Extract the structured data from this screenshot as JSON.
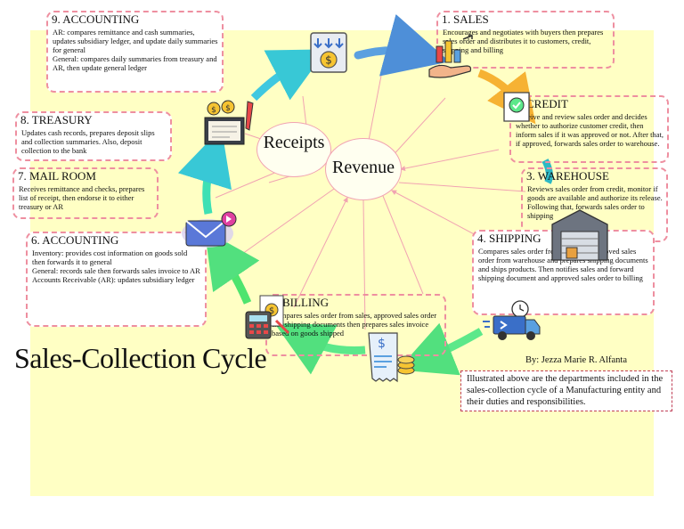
{
  "diagram": {
    "title": "Sales-Collection Cycle",
    "author": "By: Jezza Marie R. Alfanta",
    "caption": "Illustrated above are the departments included in the sales-collection cycle of a Manufacturing entity and their duties and responsibilities.",
    "center_nodes": {
      "receipts": "Receipts",
      "revenue": "Revenue"
    },
    "steps": {
      "accounting9": {
        "title": "9. ACCOUNTING",
        "body": "AR: compares remittance and cash summaries, updates subsidiary ledger, and update daily summaries for general\nGeneral: compares daily summaries from treasury and AR, then update general ledger"
      },
      "sales": {
        "title": "1. SALES",
        "body": "Encourages and negotiates with buyers then prepares sales order and distributes it to customers, credit, shipping and billing"
      },
      "treasury": {
        "title": "8. TREASURY",
        "body": "Updates cash records, prepares deposit slips and collection summaries. Also, deposit collection to the bank"
      },
      "credit": {
        "title": "2. CREDIT",
        "body": "Receive and review sales order and decides whether to authorize customer credit, then inform sales if it was approved or not. After that, if approved, forwards sales order to warehouse."
      },
      "mailroom": {
        "title": "7. MAIL ROOM",
        "body": "Receives remittance and checks, prepares list of receipt, then endorse it to either treasury or AR"
      },
      "warehouse": {
        "title": "3. WAREHOUSE",
        "body": "Reviews sales order from credit, monitor if goods are available and authorize its release. Following that, forwards sales order to shipping"
      },
      "accounting6": {
        "title": "6. ACCOUNTING",
        "body": "Inventory: provides cost information on goods sold then forwards it to general\nGeneral: records sale then forwards sales invoice to AR\nAccounts Receivable (AR): updates subsidiary ledger"
      },
      "shipping": {
        "title": "4. SHIPPING",
        "body": "Compares sales order from sales and approved sales order from warehouse and prepares shipping documents and ships products. Then notifies sales and forward shipping document and approved sales order to billing"
      },
      "billing": {
        "title": "5. BILLING",
        "body": "Compares sales order from sales, approved sales order and shipping documents then prepares sales invoice based on goods shipped"
      }
    },
    "icons": [
      "tax-document-icon",
      "money-bag-icon",
      "sales-hand-icon",
      "credit-approval-icon",
      "warehouse-icon",
      "delivery-truck-icon",
      "invoice-icon",
      "calculator-icon",
      "email-icon",
      "ledger-icon"
    ],
    "colors": {
      "background": "#ffffc4",
      "box_border": "#ee8fa0",
      "arrow_blue": "#5aa0e0",
      "arrow_cyan": "#40d0d8",
      "arrow_green": "#5ce88a",
      "arrow_orange": "#f6b233",
      "arrow_yellow": "#d8e020",
      "connector": "#f1a3b2"
    }
  }
}
